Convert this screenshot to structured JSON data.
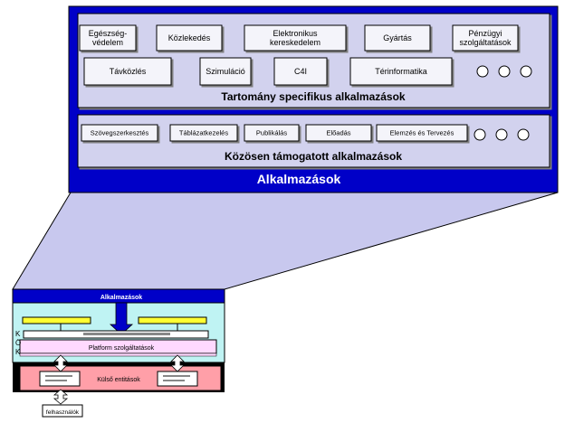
{
  "colors": {
    "navy": "#0000c8",
    "panel": "#d2d2ee",
    "box": "#f4f4fa",
    "funnel": "#c8c8ee",
    "cyan": "#bff3f3",
    "yellow": "#ffff33",
    "pink": "#ffd9ff",
    "salmon": "#ff9fa8"
  },
  "upper": {
    "title": "Alkalmazások",
    "domain_panel": {
      "caption": "Tartomány specifikus alkalmazások",
      "row1": [
        "Egészség-\nvédelem",
        "Közlekedés",
        "Elektronikus\nkereskedelem",
        "Gyártás",
        "Pénzügyi\nszolgáltatások"
      ],
      "row2": [
        "Távközlés",
        "Szimuláció",
        "C4I",
        "Térinformatika"
      ]
    },
    "common_panel": {
      "caption": "Közösen támogatott alkalmazások",
      "items": [
        "Szövegszerkesztés",
        "Táblázatkezelés",
        "Publikálás",
        "Előadás",
        "Elemzés és Tervezés"
      ]
    }
  },
  "lower": {
    "apps_bar": "Alkalmazások",
    "side_label": "KÖK",
    "platform": "Platform szolgáltatások",
    "external": "Külső entitások",
    "users": "felhasználók"
  }
}
